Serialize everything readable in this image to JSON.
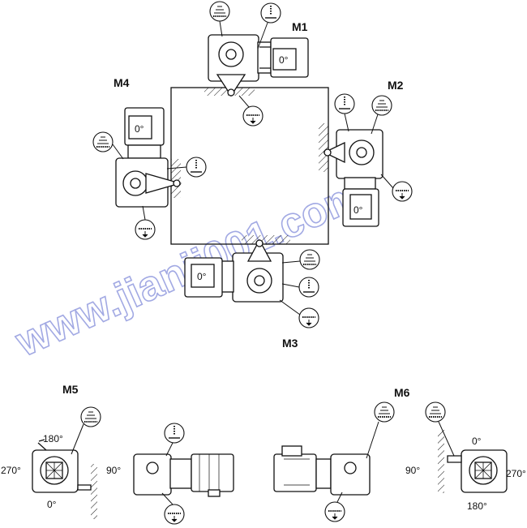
{
  "positions": {
    "m1": "M1",
    "m2": "M2",
    "m3": "M3",
    "m4": "M4",
    "m5": "M5",
    "m6": "M6"
  },
  "motor_angle": "0°",
  "m5_angles": {
    "top": "180°",
    "left": "270°",
    "right": "90°",
    "bottom": "0°"
  },
  "m6_angles": {
    "top": "0°",
    "left": "90°",
    "right": "270°",
    "bottom": "180°"
  },
  "watermark": "www.jianji001.com",
  "colors": {
    "line": "#111111",
    "watermark": "#7b86d8",
    "background": "#ffffff"
  }
}
